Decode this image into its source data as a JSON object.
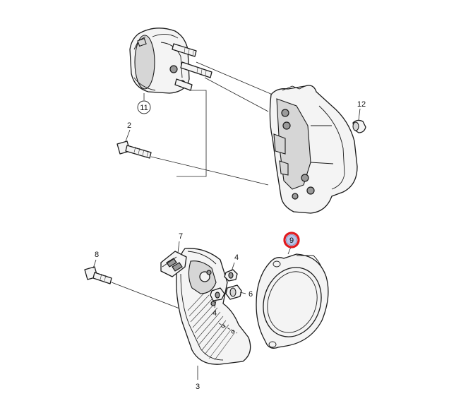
{
  "labels": {
    "part_2": "2",
    "part_3": "3",
    "part_4_upper": "4",
    "part_4_lower": "4",
    "part_6": "6",
    "part_7": "7",
    "part_8": "8",
    "part_9": "9",
    "part_11": "11",
    "part_12": "12"
  },
  "colors": {
    "highlight_ring": "#e0191e",
    "highlight_fill": "#b9c3e6",
    "line": "#1a1a1a"
  }
}
